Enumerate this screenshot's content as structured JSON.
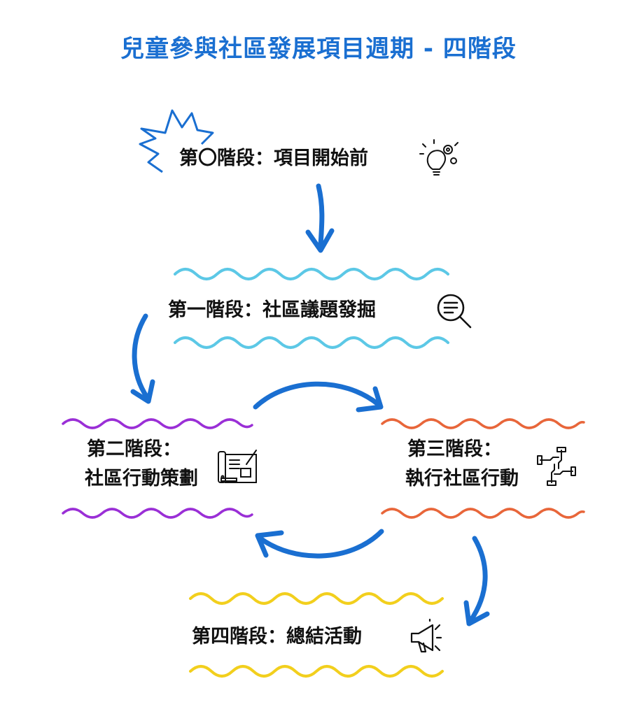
{
  "title": "兒童參與社區發展項目週期 - 四階段",
  "stages": {
    "stage0": {
      "label": "第〇階段：項目開始前",
      "icon": "lightbulb-gears-icon"
    },
    "stage1": {
      "label": "第一階段：社區議題發掘",
      "icon": "search-list-icon"
    },
    "stage2": {
      "line1": "第二階段：",
      "line2": "社區行動策劃",
      "icon": "blueprint-plan-icon"
    },
    "stage3": {
      "line1": "第三階段：",
      "line2": "執行社區行動",
      "icon": "joined-hands-icon"
    },
    "stage4": {
      "label": "第四階段：總結活動",
      "icon": "megaphone-icon"
    }
  },
  "colors": {
    "title": "#1a6fd1",
    "arrow": "#1a6fd1",
    "stage1_wave": "#5cc8e6",
    "stage2_wave": "#9a2fd6",
    "stage3_wave": "#e8663a",
    "stage4_wave": "#f2cf1d"
  }
}
